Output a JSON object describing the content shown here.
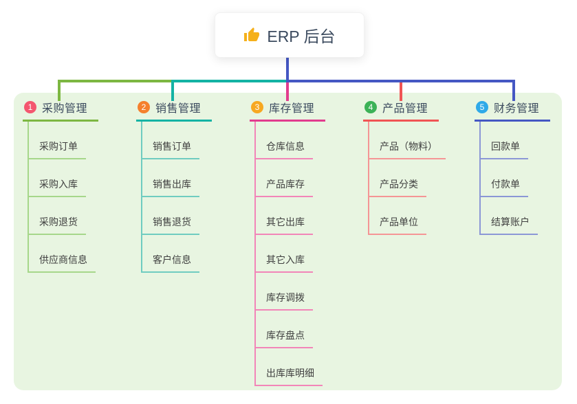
{
  "root": {
    "label": "ERP 后台",
    "icon": "thumbs-up"
  },
  "colors": {
    "canvas_bg": "#e8f5e1",
    "trunk": "#4557c3",
    "card_bg": "#ffffff",
    "text_dark": "#3b4a5e"
  },
  "branches": [
    {
      "badge": "1",
      "badge_color": "#f4566f",
      "title": "采购管理",
      "line_color": "#7db742",
      "child_line_color": "#a6d78a",
      "children": [
        "采购订单",
        "采购入库",
        "采购退货",
        "供应商信息"
      ]
    },
    {
      "badge": "2",
      "badge_color": "#f5802d",
      "title": "销售管理",
      "line_color": "#14b3a4",
      "child_line_color": "#6fccc0",
      "children": [
        "销售订单",
        "销售出库",
        "销售退货",
        "客户信息"
      ]
    },
    {
      "badge": "3",
      "badge_color": "#f7a821",
      "title": "库存管理",
      "line_color": "#e23c8e",
      "child_line_color": "#f285b8",
      "children": [
        "仓库信息",
        "产品库存",
        "其它出库",
        "其它入库",
        "库存调拨",
        "库存盘点",
        "出库库明细"
      ]
    },
    {
      "badge": "4",
      "badge_color": "#3cb257",
      "title": "产品管理",
      "line_color": "#f05454",
      "child_line_color": "#f59595",
      "children": [
        "产品（物料）",
        "产品分类",
        "产品单位"
      ]
    },
    {
      "badge": "5",
      "badge_color": "#2fa9e8",
      "title": "财务管理",
      "line_color": "#4557c3",
      "child_line_color": "#8b97d6",
      "children": [
        "回款单",
        "付款单",
        "结算账户"
      ]
    }
  ]
}
